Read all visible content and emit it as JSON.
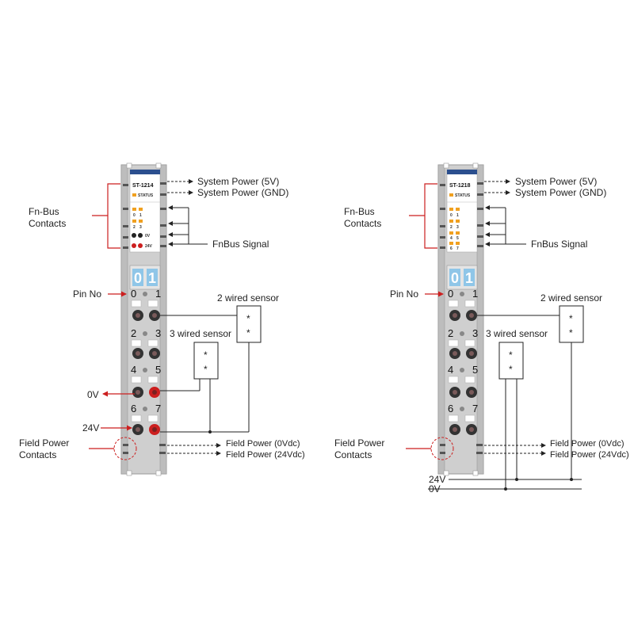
{
  "colors": {
    "module_body": "#cfcfcf",
    "module_edge": "#9a9a9a",
    "header_blue": "#2b4f8e",
    "status_orange": "#f0a020",
    "display_blue": "#8fc6e8",
    "accent_red": "#cc1f1f"
  },
  "left": {
    "model": "ST-1214",
    "status_label": "STATUS",
    "led_labels": [
      "0",
      "1",
      "2",
      "3"
    ],
    "rail_labels": [
      "0V",
      "24V"
    ],
    "display_digits": [
      "0",
      "1"
    ],
    "pins": [
      "0",
      "1",
      "2",
      "3",
      "4",
      "5",
      "6",
      "7"
    ],
    "system_power_5v": "System Power (5V)",
    "system_power_gnd": "System Power (GND)",
    "fnbus_signal": "FnBus Signal",
    "fnbus_contacts": [
      "Fn-Bus",
      "Contacts"
    ],
    "pin_no": "Pin No",
    "two_wired": "2 wired sensor",
    "three_wired": "3 wired sensor",
    "zero_v": "0V",
    "twentyfour_v": "24V",
    "field_power_contacts": [
      "Field Power",
      "Contacts"
    ],
    "field_power_0": "Field Power (0Vdc)",
    "field_power_24": "Field Power (24Vdc)",
    "sensor_mark": "*"
  },
  "right": {
    "model": "ST-1218",
    "status_label": "STATUS",
    "led_labels": [
      "0",
      "1",
      "2",
      "3",
      "4",
      "5",
      "6",
      "7"
    ],
    "display_digits": [
      "0",
      "1"
    ],
    "pins": [
      "0",
      "1",
      "2",
      "3",
      "4",
      "5",
      "6",
      "7"
    ],
    "system_power_5v": "System Power (5V)",
    "system_power_gnd": "System Power (GND)",
    "fnbus_signal": "FnBus Signal",
    "fnbus_contacts": [
      "Fn-Bus",
      "Contacts"
    ],
    "pin_no": "Pin No",
    "two_wired": "2 wired sensor",
    "three_wired": "3 wired sensor",
    "field_power_contacts": [
      "Field Power",
      "Contacts"
    ],
    "field_power_0": "Field Power (0Vdc)",
    "field_power_24": "Field Power (24Vdc)",
    "rail_24v": "24V",
    "rail_0v": "0V",
    "sensor_mark": "*"
  }
}
